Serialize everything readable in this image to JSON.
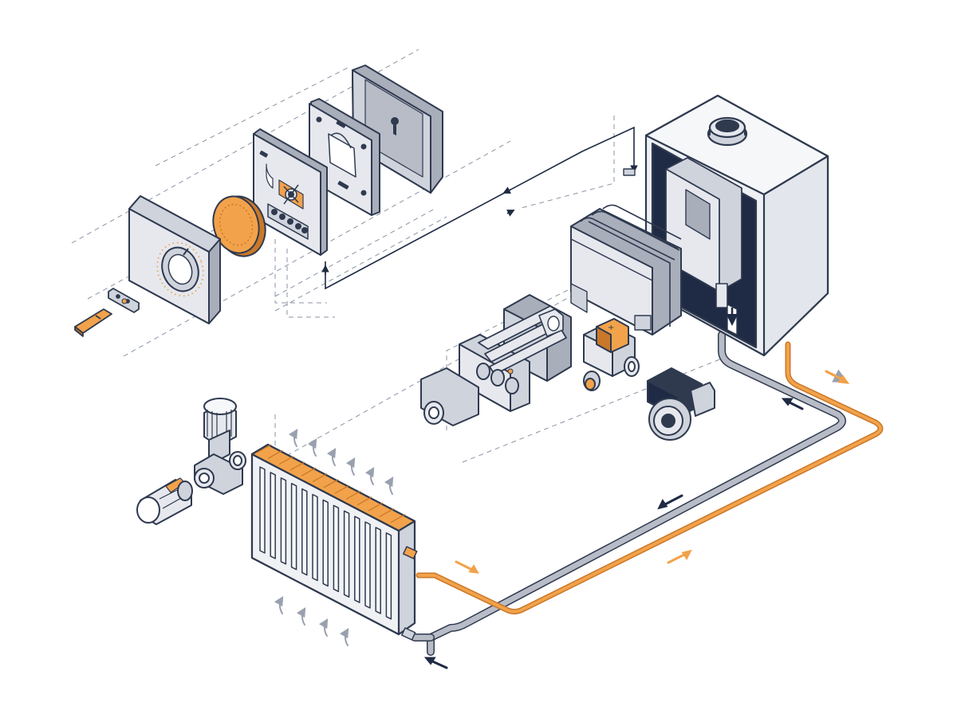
{
  "diagram": {
    "colors": {
      "outline": "#2f3a4f",
      "navy": "#1f2a44",
      "metal_light": "#e6e8ee",
      "metal_mid": "#cfd3dc",
      "metal_dark": "#a9aebb",
      "orange": "#f2a24a",
      "orange_dark": "#c9782a",
      "grey_pipe": "#b8bcc7",
      "guide_line": "#8a93a6",
      "heat_arrow": "#9aa1ae",
      "background": "#ffffff"
    },
    "components": [
      {
        "id": "thermostat",
        "icon": "room-thermostat-icon"
      },
      {
        "id": "thermostat-dial",
        "icon": "dial-knob-icon"
      },
      {
        "id": "thermostat-circuit-board",
        "icon": "circuit-board-icon"
      },
      {
        "id": "thermostat-mount-plate",
        "icon": "mount-plate-icon"
      },
      {
        "id": "thermostat-back-cover",
        "icon": "back-cover-icon"
      },
      {
        "id": "gas-boiler",
        "icon": "boiler-icon"
      },
      {
        "id": "heat-exchanger",
        "icon": "heat-exchanger-icon"
      },
      {
        "id": "manifold",
        "icon": "manifold-icon"
      },
      {
        "id": "diverter-valve",
        "icon": "valve-icon"
      },
      {
        "id": "circulation-pump",
        "icon": "pump-icon"
      },
      {
        "id": "radiator",
        "icon": "radiator-icon"
      },
      {
        "id": "trv-valve",
        "icon": "thermostatic-valve-icon"
      },
      {
        "id": "trv-head",
        "icon": "valve-head-icon"
      },
      {
        "id": "bracket",
        "icon": "bracket-icon"
      },
      {
        "id": "wedge",
        "icon": "wedge-icon"
      }
    ],
    "flow": {
      "flow_pipe": "orange",
      "return_pipe": "grey"
    }
  }
}
